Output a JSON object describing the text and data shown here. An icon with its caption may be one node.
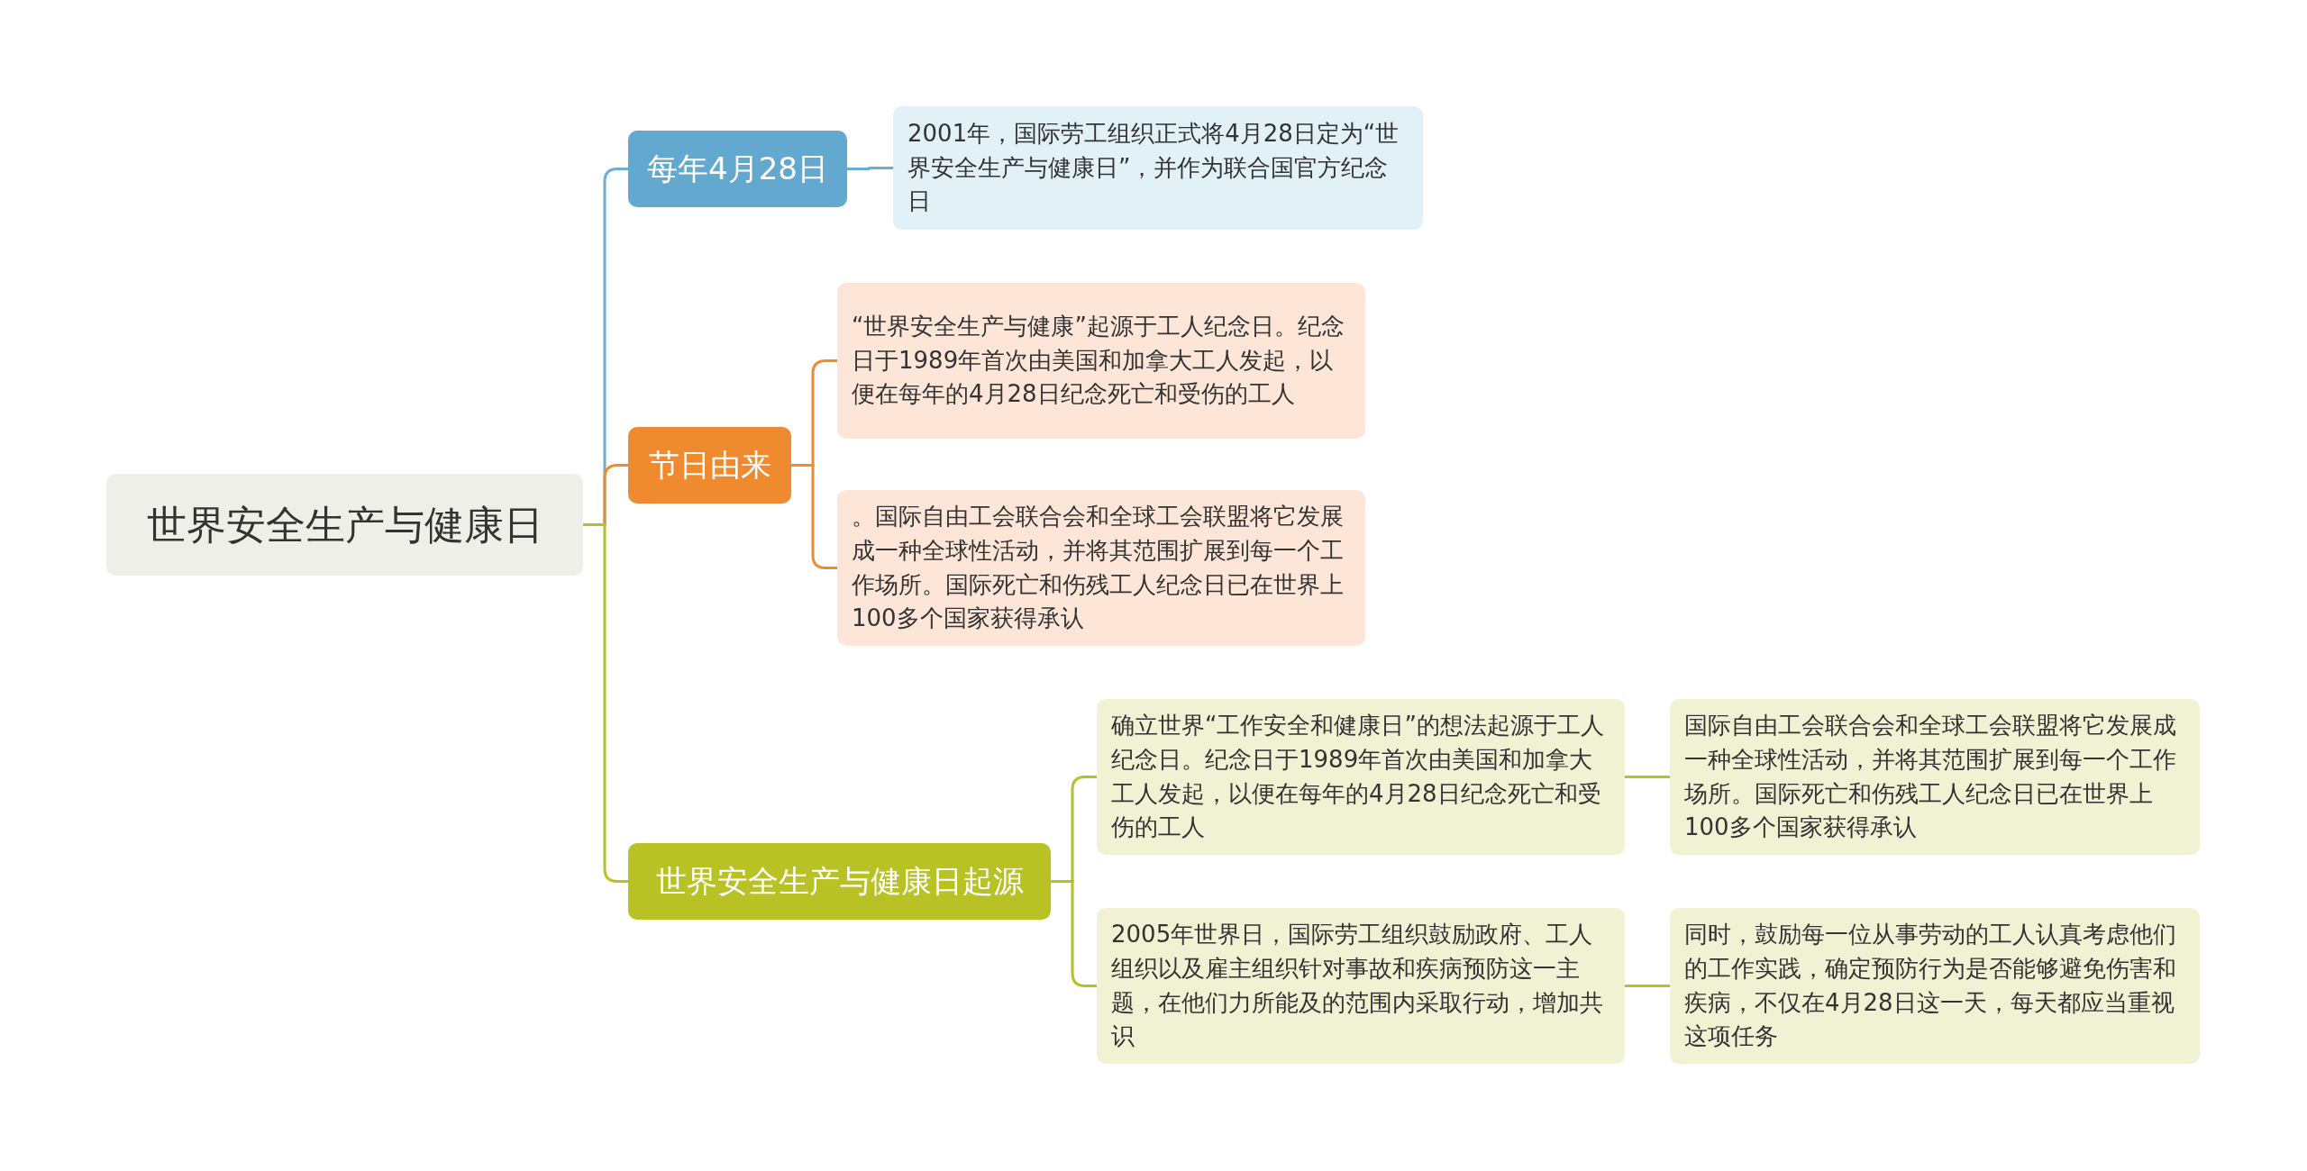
{
  "diagram": {
    "nodes": [
      {
        "text": [
          "世界安全生产与健康日"
        ]
      },
      {
        "text": [
          "每年4月28日"
        ]
      },
      {
        "text": [
          "2001年，国际劳工组织正式将4月28日定为“世界安全生产与健康日”，并作为联合国官方纪念日"
        ]
      },
      {
        "text": [
          "节日由来"
        ]
      },
      {
        "text": [
          "“世界安全生产与健康”起源于工人纪念日。纪念日于1989年首次由美国和加拿大工人发起，以便在每年的4月28日纪念死亡和受伤的工人"
        ]
      },
      {
        "text": [
          "。国际自由工会联合会和全球工会联盟将它发展成一种全球性活动，并将其范围扩展到每一个工作场所。国际死亡和伤残工人纪念日已在世界上100多个国家获得承认"
        ]
      },
      {
        "text": [
          "世界安全生产与健康日起源"
        ]
      },
      {
        "text": [
          "确立世界“工作安全和健康日”的想法起源于工人纪念日。纪念日于1989年首次由美国和加拿大工人发起，以便在每年的4月28日纪念死亡和受伤的工人"
        ]
      },
      {
        "text": [
          "国际自由工会联合会和全球工会联盟将它发展成一种全球性活动，并将其范围扩展到每一个工作场所。国际死亡和伤残工人纪念日已在世界上100多个国家获得承认"
        ]
      },
      {
        "text": [
          "2005年世界日，国际劳工组织鼓励政府、工人组织以及雇主组织针对事故和疾病预防这一主题，在他们力所能及的范围内采取行动，增加共识"
        ]
      },
      {
        "text": [
          "同时，鼓励每一位从事劳动的工人认真考虑他们的工作实践，确定预防行为是否能够避免伤害和疾病，不仅在4月28日这一天，每天都应当重视这项任务"
        ]
      }
    ],
    "edges": [
      {
        "from": 0,
        "to": 1,
        "arrow": "none",
        "color": "#6aaed6"
      },
      {
        "from": 1,
        "to": 2,
        "arrow": "none",
        "color": "#6aaed6"
      },
      {
        "from": 0,
        "to": 3,
        "arrow": "none",
        "color": "#f08a2e"
      },
      {
        "from": 3,
        "to": 4,
        "arrow": "none",
        "color": "#f08a2e"
      },
      {
        "from": 3,
        "to": 5,
        "arrow": "none",
        "color": "#f08a2e"
      },
      {
        "from": 0,
        "to": 6,
        "arrow": "none"
      },
      {
        "from": 6,
        "to": 7,
        "arrow": "none"
      },
      {
        "from": 6,
        "to": 9,
        "arrow": "none"
      },
      {
        "from": 7,
        "to": 8,
        "arrow": "none"
      },
      {
        "from": 9,
        "to": 10,
        "arrow": "none"
      }
    ]
  }
}
